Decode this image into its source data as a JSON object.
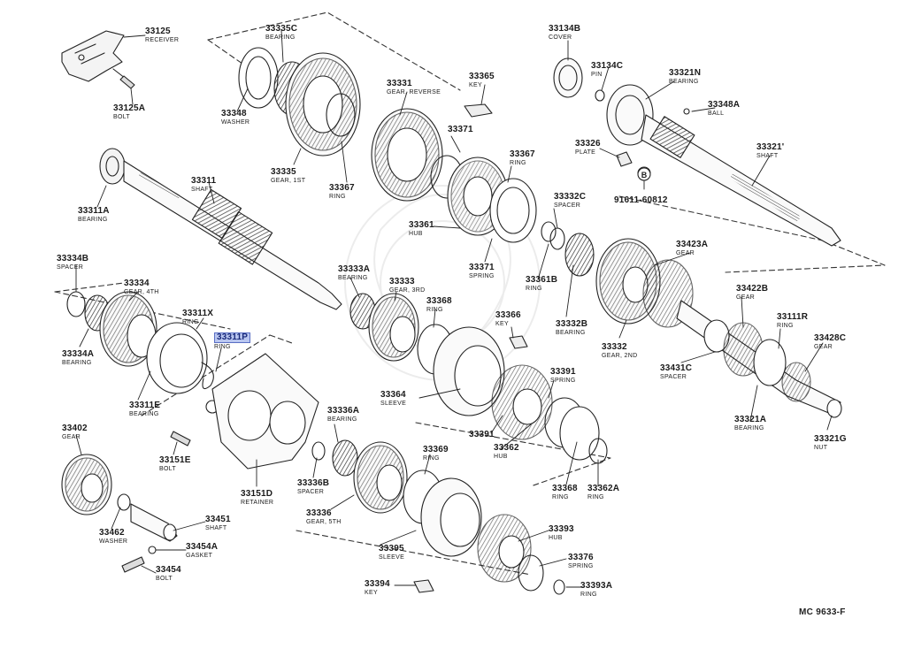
{
  "diagram_code": "MC 9633-F",
  "callout_marker": "B",
  "parts": [
    {
      "key": "p33125",
      "number": "33125",
      "name": "RECEIVER",
      "highlighted": false
    },
    {
      "key": "p33125A",
      "number": "33125A",
      "name": "BOLT",
      "highlighted": false
    },
    {
      "key": "p33335C",
      "number": "33335C",
      "name": "BEARING",
      "highlighted": false
    },
    {
      "key": "p33348",
      "number": "33348",
      "name": "WASHER",
      "highlighted": false
    },
    {
      "key": "p33331",
      "number": "33331",
      "name": "GEAR, REVERSE",
      "highlighted": false
    },
    {
      "key": "p33365",
      "number": "33365",
      "name": "KEY",
      "highlighted": false
    },
    {
      "key": "p33134B",
      "number": "33134B",
      "name": "COVER",
      "highlighted": false
    },
    {
      "key": "p33134C",
      "number": "33134C",
      "name": "PIN",
      "highlighted": false
    },
    {
      "key": "p33321N",
      "number": "33321N",
      "name": "BEARING",
      "highlighted": false
    },
    {
      "key": "p33348A",
      "number": "33348A",
      "name": "BALL",
      "highlighted": false
    },
    {
      "key": "p33335",
      "number": "33335",
      "name": "GEAR, 1ST",
      "highlighted": false
    },
    {
      "key": "p33367a",
      "number": "33367",
      "name": "RING",
      "highlighted": false
    },
    {
      "key": "p33371a",
      "number": "33371",
      "name": "",
      "highlighted": false
    },
    {
      "key": "p33367b",
      "number": "33367",
      "name": "RING",
      "highlighted": false
    },
    {
      "key": "p33326",
      "number": "33326",
      "name": "PLATE",
      "highlighted": false
    },
    {
      "key": "p33321",
      "number": "33321'",
      "name": "SHAFT",
      "highlighted": false
    },
    {
      "key": "p91611",
      "number": "91611-60812",
      "name": "",
      "highlighted": false
    },
    {
      "key": "p33311",
      "number": "33311",
      "name": "SHAFT",
      "highlighted": false
    },
    {
      "key": "p33311A",
      "number": "33311A",
      "name": "BEARING",
      "highlighted": false
    },
    {
      "key": "p33361",
      "number": "33361",
      "name": "HUB",
      "highlighted": false
    },
    {
      "key": "p33332C",
      "number": "33332C",
      "name": "SPACER",
      "highlighted": false
    },
    {
      "key": "p33371b",
      "number": "33371",
      "name": "SPRING",
      "highlighted": false
    },
    {
      "key": "p33361B",
      "number": "33361B",
      "name": "RING",
      "highlighted": false
    },
    {
      "key": "p33423A",
      "number": "33423A",
      "name": "GEAR",
      "highlighted": false
    },
    {
      "key": "p33334B",
      "number": "33334B",
      "name": "SPACER",
      "highlighted": false
    },
    {
      "key": "p33334",
      "number": "33334",
      "name": "GEAR, 4TH",
      "highlighted": false
    },
    {
      "key": "p33333A",
      "number": "33333A",
      "name": "BEARING",
      "highlighted": false
    },
    {
      "key": "p33333",
      "number": "33333",
      "name": "GEAR, 3RD",
      "highlighted": false
    },
    {
      "key": "p33368a",
      "number": "33368",
      "name": "RING",
      "highlighted": false
    },
    {
      "key": "p33422B",
      "number": "33422B",
      "name": "GEAR",
      "highlighted": false
    },
    {
      "key": "p33311X",
      "number": "33311X",
      "name": "RING",
      "highlighted": false
    },
    {
      "key": "p33311P",
      "number": "33311P",
      "name": "RING",
      "highlighted": true
    },
    {
      "key": "p33366",
      "number": "33366",
      "name": "KEY",
      "highlighted": false
    },
    {
      "key": "p33332B",
      "number": "33332B",
      "name": "BEARING",
      "highlighted": false
    },
    {
      "key": "p33111R",
      "number": "33111R",
      "name": "RING",
      "highlighted": false
    },
    {
      "key": "p33334A",
      "number": "33334A",
      "name": "BEARING",
      "highlighted": false
    },
    {
      "key": "p33332",
      "number": "33332",
      "name": "GEAR, 2ND",
      "highlighted": false
    },
    {
      "key": "p33428C",
      "number": "33428C",
      "name": "GEAR",
      "highlighted": false
    },
    {
      "key": "p33431C",
      "number": "33431C",
      "name": "SPACER",
      "highlighted": false
    },
    {
      "key": "p33311E",
      "number": "33311E",
      "name": "BEARING",
      "highlighted": false
    },
    {
      "key": "p33391",
      "number": "33391",
      "name": "SPRING",
      "highlighted": false
    },
    {
      "key": "p33364",
      "number": "33364",
      "name": "SLEEVE",
      "highlighted": false
    },
    {
      "key": "p33321A",
      "number": "33321A",
      "name": "BEARING",
      "highlighted": false
    },
    {
      "key": "p33402",
      "number": "33402",
      "name": "GEAR",
      "highlighted": false
    },
    {
      "key": "p33336A",
      "number": "33336A",
      "name": "BEARING",
      "highlighted": false
    },
    {
      "key": "p33391b",
      "number": "33391",
      "name": "",
      "highlighted": false
    },
    {
      "key": "p33362",
      "number": "33362",
      "name": "HUB",
      "highlighted": false
    },
    {
      "key": "p33321G",
      "number": "33321G",
      "name": "NUT",
      "highlighted": false
    },
    {
      "key": "p33151E",
      "number": "33151E",
      "name": "BOLT",
      "highlighted": false
    },
    {
      "key": "p33369",
      "number": "33369",
      "name": "RING",
      "highlighted": false
    },
    {
      "key": "p33336B",
      "number": "33336B",
      "name": "SPACER",
      "highlighted": false
    },
    {
      "key": "p33151D",
      "number": "33151D",
      "name": "RETAINER",
      "highlighted": false
    },
    {
      "key": "p33368b",
      "number": "33368",
      "name": "RING",
      "highlighted": false
    },
    {
      "key": "p33362A",
      "number": "33362A",
      "name": "RING",
      "highlighted": false
    },
    {
      "key": "p33336",
      "number": "33336",
      "name": "GEAR, 5TH",
      "highlighted": false
    },
    {
      "key": "p33451",
      "number": "33451",
      "name": "SHAFT",
      "highlighted": false
    },
    {
      "key": "p33462",
      "number": "33462",
      "name": "WASHER",
      "highlighted": false
    },
    {
      "key": "p33393",
      "number": "33393",
      "name": "HUB",
      "highlighted": false
    },
    {
      "key": "p33454A",
      "number": "33454A",
      "name": "GASKET",
      "highlighted": false
    },
    {
      "key": "p33395",
      "number": "33395",
      "name": "SLEEVE",
      "highlighted": false
    },
    {
      "key": "p33376",
      "number": "33376",
      "name": "SPRING",
      "highlighted": false
    },
    {
      "key": "p33454",
      "number": "33454",
      "name": "BOLT",
      "highlighted": false
    },
    {
      "key": "p33394",
      "number": "33394",
      "name": "KEY",
      "highlighted": false
    },
    {
      "key": "p33393A",
      "number": "33393A",
      "name": "RING",
      "highlighted": false
    }
  ]
}
